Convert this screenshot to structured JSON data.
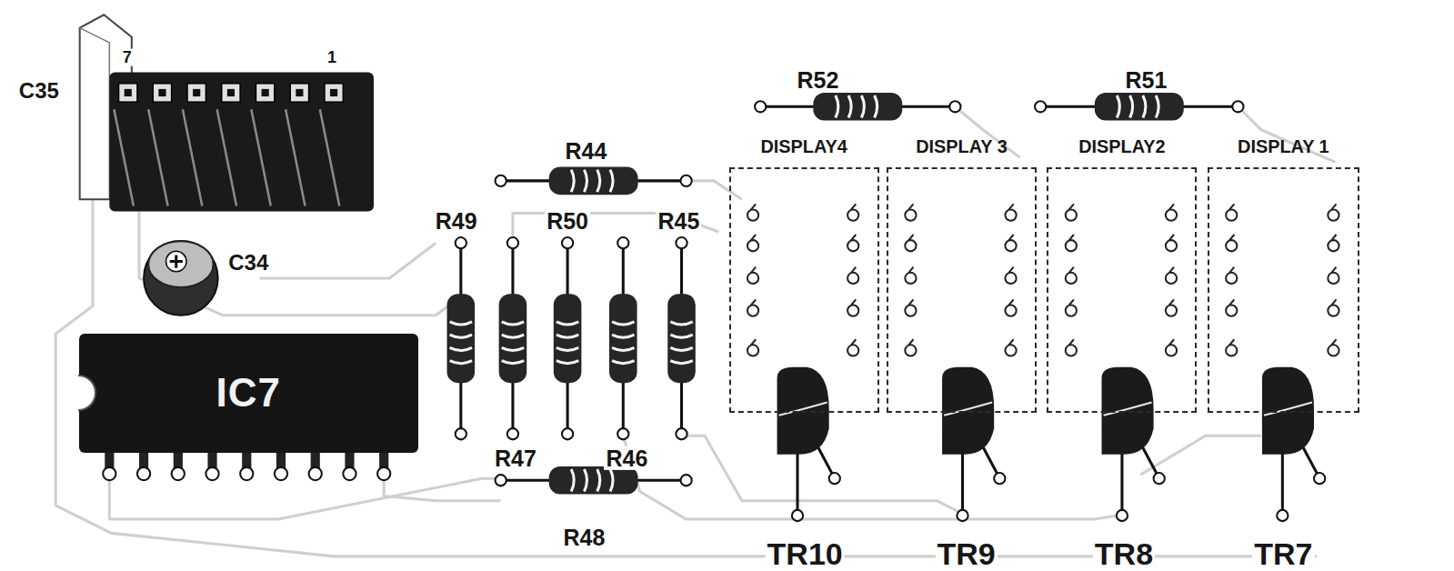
{
  "diagram": {
    "nodes": [
      {
        "text": [
          "IC7"
        ]
      },
      {
        "text": [
          "DISPLAY4"
        ]
      },
      {
        "text": [
          "DISPLAY 3"
        ]
      },
      {
        "text": [
          "DISPLAY2"
        ]
      },
      {
        "text": [
          "DISPLAY 1"
        ]
      }
    ],
    "labels": [
      "C35",
      "7",
      "1",
      "C34",
      "R52",
      "R51",
      "R44",
      "R49",
      "R50",
      "R45",
      "R47",
      "R46",
      "R48",
      "TR10",
      "TR9",
      "TR8",
      "TR7"
    ]
  }
}
